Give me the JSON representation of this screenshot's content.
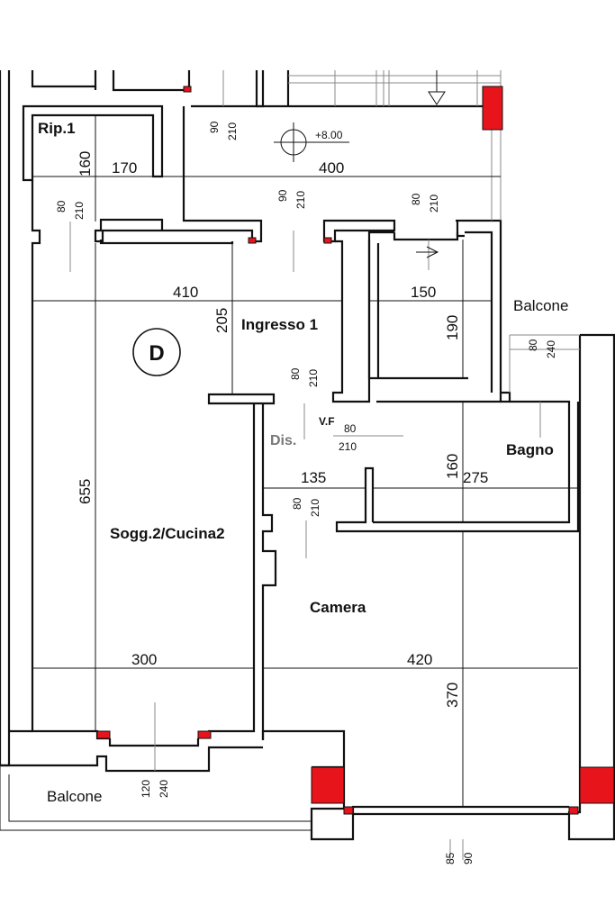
{
  "plan": {
    "unit_label": "D",
    "rooms": {
      "rip": "Rip.1",
      "ingresso": "Ingresso 1",
      "soggiorno": "Sogg.2/Cucina2",
      "camera": "Camera",
      "bagno": "Bagno",
      "dis": "Dis.",
      "balcone_right": "Balcone",
      "balcone_bottom": "Balcone"
    },
    "level_mark": "+8.00",
    "vf_label": "V.F",
    "dimensions": {
      "rip_w": "170",
      "rip_h": "160",
      "top_room_w": "400",
      "ingresso_w": "410",
      "ingresso_h": "205",
      "small_room_w": "150",
      "small_room_h": "190",
      "sogg_h": "655",
      "sogg_w": "300",
      "camera_w": "420",
      "camera_h": "370",
      "dis_w": "135",
      "bagno_w": "275",
      "bagno_h": "160"
    },
    "openings": {
      "top_door_w": "90",
      "top_door_h": "210",
      "ingresso_door_w": "90",
      "ingresso_door_h": "210",
      "rip_door_w": "80",
      "rip_door_h": "210",
      "small_door_w": "80",
      "small_door_h": "210",
      "dis_door_w": "80",
      "dis_door_h": "210",
      "vf_w": "80",
      "vf_h": "210",
      "camera_door_w": "80",
      "camera_door_h": "210",
      "bagno_win_w": "80",
      "bagno_win_h": "240",
      "sogg_win_w": "120",
      "sogg_win_h": "240",
      "cut_a": "85",
      "cut_b": "90"
    }
  }
}
